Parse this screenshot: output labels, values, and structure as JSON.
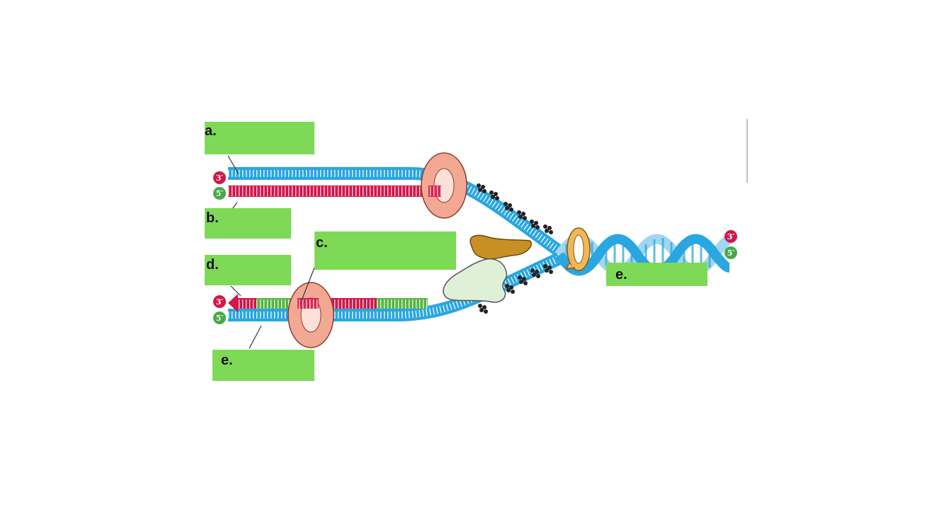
{
  "colors": {
    "template_strand": "#2aa6e0",
    "new_strand": "#d4164a",
    "primer": "#58b545",
    "label_box": "#7ed957",
    "clamp": "#f3a893",
    "helicase": "#f0b65a",
    "primase": "#c89024",
    "polymerase_complex": "#dff0d8",
    "ssb": "#222222",
    "badge_3prime": "#d4164a",
    "badge_5prime": "#4aa84a"
  },
  "icons": [
    "three-prime-badge",
    "five-prime-badge",
    "clamp-icon",
    "helicase-icon",
    "primase-icon",
    "ssb-protein-icon"
  ],
  "labels": {
    "a": "a.",
    "b": "b.",
    "c": "c.",
    "d": "d.",
    "e_lower": "e.",
    "e_right": "e."
  },
  "ends": {
    "three_prime": "3′",
    "five_prime": "5′"
  }
}
